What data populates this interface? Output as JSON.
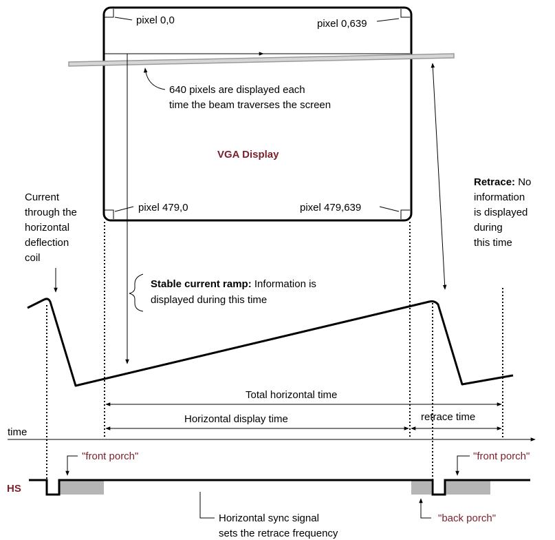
{
  "screen": {
    "corner_top_left": "pixel 0,0",
    "corner_top_right": "pixel 0,639",
    "corner_bottom_left": "pixel 479,0",
    "corner_bottom_right": "pixel 479,639",
    "title": "VGA Display",
    "pixels_note_line1": "640 pixels are displayed each",
    "pixels_note_line2": "time the beam traverses the screen"
  },
  "retrace_note": {
    "bold": "Retrace:",
    "line1_rest": " No",
    "line2": "information",
    "line3": "is displayed",
    "line4": "during",
    "line5": "this time"
  },
  "current_note": {
    "line1": "Current",
    "line2": "through the",
    "line3": "horizontal",
    "line4": "deflection",
    "line5": "coil"
  },
  "ramp_note": {
    "bold": "Stable current ramp:",
    "line1_rest": " Information is",
    "line2": "displayed during this time"
  },
  "timing": {
    "total": "Total horizontal time",
    "display": "Horizontal display time",
    "retrace": "retrace time",
    "time_axis": "time"
  },
  "sync": {
    "hs_label": "HS",
    "front_porch_left": "\"front porch\"",
    "front_porch_right": "\"front porch\"",
    "back_porch": "\"back porch\"",
    "note_line1": "Horizontal sync signal",
    "note_line2": "sets the retrace frequency"
  },
  "colors": {
    "label_red": "#7a1f2b",
    "porch_gray": "#b5b5b5",
    "beam_gray": "#bdbdbd"
  }
}
